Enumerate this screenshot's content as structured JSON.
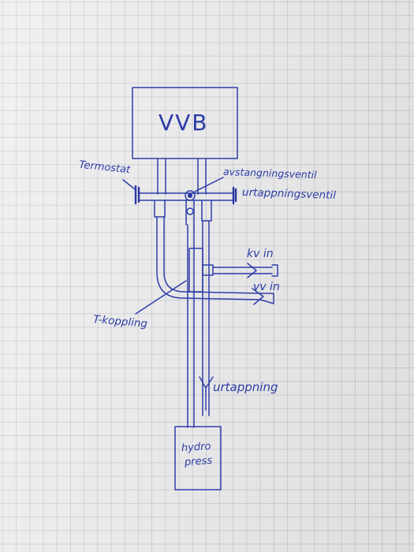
{
  "labels": {
    "vvb": "VVB",
    "termostat": "Termostat",
    "avstangningsventil": "avstangningsventil",
    "urtappningsventil": "urtappningsventil",
    "kv_in": "kv in",
    "vv_in": "vv in",
    "t_koppling": "T-koppling",
    "urtappning": "urtappning",
    "hydro_press_line1": "hydro",
    "hydro_press_line2": "press"
  },
  "colors": {
    "ink": "#2f3ea8",
    "paper": "#ececed"
  }
}
